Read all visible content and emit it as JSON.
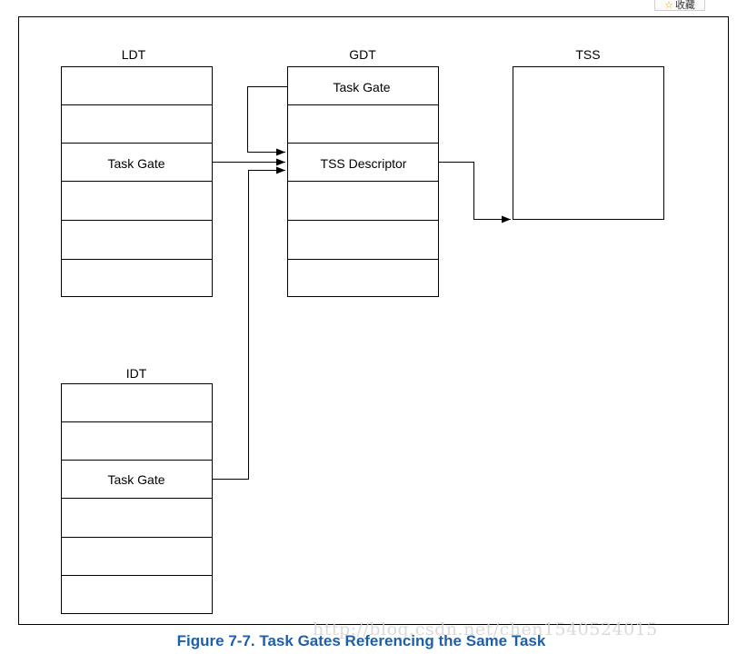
{
  "toolbar": {
    "favorite_label": "收藏",
    "favorite_icon": "star-icon"
  },
  "diagram": {
    "ldt": {
      "title": "LDT",
      "entries": [
        "",
        "",
        "Task Gate",
        "",
        "",
        ""
      ]
    },
    "gdt": {
      "title": "GDT",
      "entries": [
        "Task Gate",
        "",
        "TSS Descriptor",
        "",
        "",
        ""
      ]
    },
    "idt": {
      "title": "IDT",
      "entries": [
        "",
        "",
        "Task Gate",
        "",
        "",
        ""
      ]
    },
    "tss": {
      "title": "TSS"
    }
  },
  "caption": "Figure 7-7.  Task Gates Referencing the Same Task",
  "watermark": "http://blog.csdn.net/chen1540524015",
  "colors": {
    "caption": "#1f5fa8",
    "line": "#000000",
    "watermark": "#d4d4d4"
  }
}
